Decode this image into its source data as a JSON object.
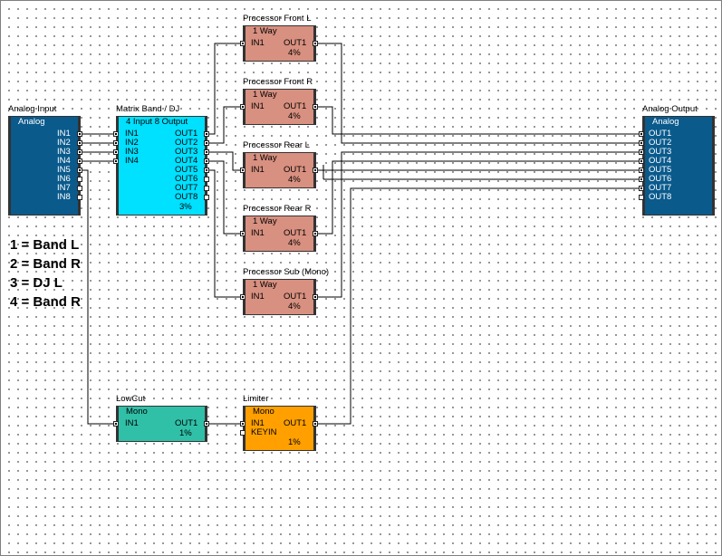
{
  "components": {
    "analog_input": {
      "title": "Analog Input",
      "header": "Analog",
      "ports": [
        "IN1",
        "IN2",
        "IN3",
        "IN4",
        "IN5",
        "IN6",
        "IN7",
        "IN8"
      ]
    },
    "matrix": {
      "title": "Matrix Band / DJ",
      "header": "4 Input 8 Output",
      "inputs": [
        "IN1",
        "IN2",
        "IN3",
        "IN4"
      ],
      "outputs": [
        "OUT1",
        "OUT2",
        "OUT3",
        "OUT4",
        "OUT5",
        "OUT6",
        "OUT7",
        "OUT8"
      ],
      "pct": "3%"
    },
    "proc_front_l": {
      "title": "Processor Front L",
      "header": "1 Way",
      "in": "IN1",
      "out": "OUT1",
      "pct": "4%"
    },
    "proc_front_r": {
      "title": "Processor Front R",
      "header": "1 Way",
      "in": "IN1",
      "out": "OUT1",
      "pct": "4%"
    },
    "proc_rear_l": {
      "title": "Processor Rear L",
      "header": "1 Way",
      "in": "IN1",
      "out": "OUT1",
      "pct": "4%"
    },
    "proc_rear_r": {
      "title": "Processor Rear R",
      "header": "1 Way",
      "in": "IN1",
      "out": "OUT1",
      "pct": "4%"
    },
    "proc_sub": {
      "title": "Processor Sub (Mono)",
      "header": "1 Way",
      "in": "IN1",
      "out": "OUT1",
      "pct": "4%"
    },
    "analog_output": {
      "title": "Analog Output",
      "header": "Analog",
      "ports": [
        "OUT1",
        "OUT2",
        "OUT3",
        "OUT4",
        "OUT5",
        "OUT6",
        "OUT7",
        "OUT8"
      ]
    },
    "lowcut": {
      "title": "LowCut",
      "header": "Mono",
      "in": "IN1",
      "out": "OUT1",
      "pct": "1%"
    },
    "limiter": {
      "title": "Limiter",
      "header": "Mono",
      "in": "IN1",
      "keyin": "KEYIN",
      "out": "OUT1",
      "pct": "1%"
    }
  },
  "legend": [
    "1 = Band L",
    "2 = Band R",
    "3 = DJ L",
    "4 = Band R"
  ],
  "colors": {
    "analog": "#0a5a8c",
    "matrix": "#00e0ff",
    "processor": "#d89080",
    "lowcut": "#30c0a8",
    "limiter": "#ffa000"
  }
}
